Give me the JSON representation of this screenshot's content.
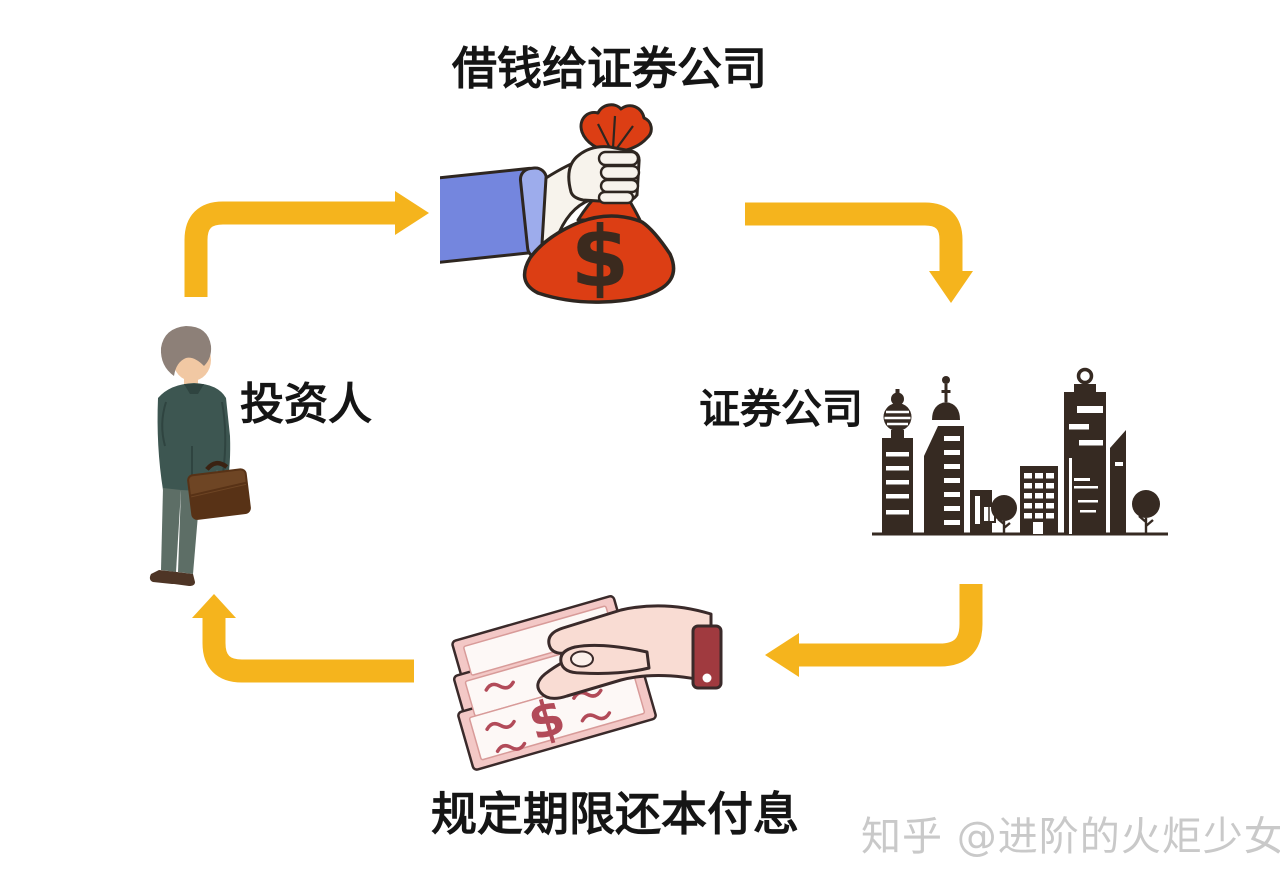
{
  "colors": {
    "background": "#FFFFFF",
    "arrow": "#F5B41D",
    "text": "#151515",
    "watermark_text": "#C9C9C9",
    "money_bag": "#DC3E14",
    "money_bag_symbol": "#3B2A1E",
    "sleeve_blue": "#7486DE",
    "sleeve_cuff": "#9DACEC",
    "hand_light": "#F7F3EC",
    "skyline": "#362A22",
    "suit": "#3D5651",
    "suit_shadow": "#2F4440",
    "trousers": "#5D6E66",
    "hair": "#8D8078",
    "skin": "#F1C8A3",
    "briefcase": "#6E4524",
    "briefcase_dark": "#583216",
    "briefcase_handle": "#3A2212",
    "shoes": "#4E3526",
    "cash_hand": "#F9DCD3",
    "cash_note": "#F3C8C6",
    "cash_note_inner": "#FDF8F6",
    "cash_detail": "#B24B59",
    "cash_cuff": "#A03A3F",
    "outline_dark": "#2E2620",
    "outline_cash": "#3A2A2A"
  },
  "diagram": {
    "top_label": "借钱给证券公司",
    "left_label": "投资人",
    "right_label": "证券公司",
    "bottom_label": "规定期限还本付息",
    "currency_symbol": "$",
    "watermark": "知乎 @进阶的火炬少女",
    "nodes": [
      {
        "id": "investor",
        "label": "投资人",
        "icon": "businessman-back-icon"
      },
      {
        "id": "lend-money",
        "label": "借钱给证券公司",
        "icon": "money-bag-in-hand-icon"
      },
      {
        "id": "securities-company",
        "label": "证券公司",
        "icon": "city-skyline-icon"
      },
      {
        "id": "repayment",
        "label": "规定期限还本付息",
        "icon": "cash-in-hand-icon"
      }
    ],
    "arrows": [
      {
        "from": "investor",
        "to": "lend-money",
        "direction": "up-then-right"
      },
      {
        "from": "lend-money",
        "to": "securities-company",
        "direction": "right-then-down"
      },
      {
        "from": "securities-company",
        "to": "repayment",
        "direction": "down-then-left"
      },
      {
        "from": "repayment",
        "to": "investor",
        "direction": "left-then-up"
      }
    ]
  }
}
